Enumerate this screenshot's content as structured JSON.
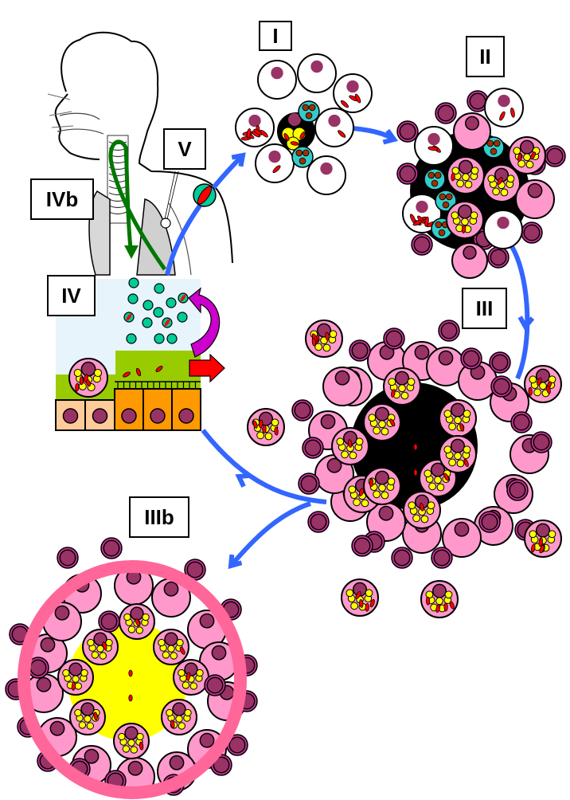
{
  "title": "Granuloma formation life cycle diagram",
  "labels": {
    "I": "I",
    "II": "II",
    "III": "III",
    "IIIb": "IIIb",
    "IV": "IV",
    "IVb": "IVb",
    "V": "V"
  },
  "stages": [
    {
      "id": "I",
      "description": "Early infection: macrophages with bacilli, neutrophils, infected macrophage with necrotic core"
    },
    {
      "id": "II",
      "description": "Early granuloma: lymphocytes recruited around infected/foamy macrophages, necrotic center forming"
    },
    {
      "id": "III",
      "description": "Mature granuloma with caseous necrotic center surrounded by foamy macrophages and epithelioid cells"
    },
    {
      "id": "IIIb",
      "description": "Contained granuloma with fibrotic capsule and solid center"
    },
    {
      "id": "IV",
      "description": "Cavity erosion into airway epithelium, release of bacilli"
    },
    {
      "id": "IVb",
      "description": "Bacilli spread via airway (swallowed/aspirated)"
    },
    {
      "id": "V",
      "description": "Transmission: infectious droplet aerosol from lung"
    }
  ],
  "colors": {
    "cycle_arrow": "#3366ff",
    "airway_arrow": "#007700",
    "macrophage": "#ffffff",
    "foamy_macrophage": "#ff99cc",
    "nucleus": "#993366",
    "lymphocyte_ring": "#cc3399",
    "lipid_droplet": "#ffff00",
    "bacillus": "#ff0000",
    "neutrophil": "#33cccc",
    "neutrophil_granule": "#993300",
    "necrotic_core": "#000000",
    "solid_core": "#ffff00",
    "capsule": "#ff6699",
    "droplet": "#00cc99",
    "air_space": "#e8f4fc",
    "mucus": "#99cc00",
    "epithelium_healthy": "#ffcc99",
    "epithelium_active": "#ff9900",
    "release_arrow": "#cc00cc",
    "exit_arrow": "#ff0000"
  }
}
